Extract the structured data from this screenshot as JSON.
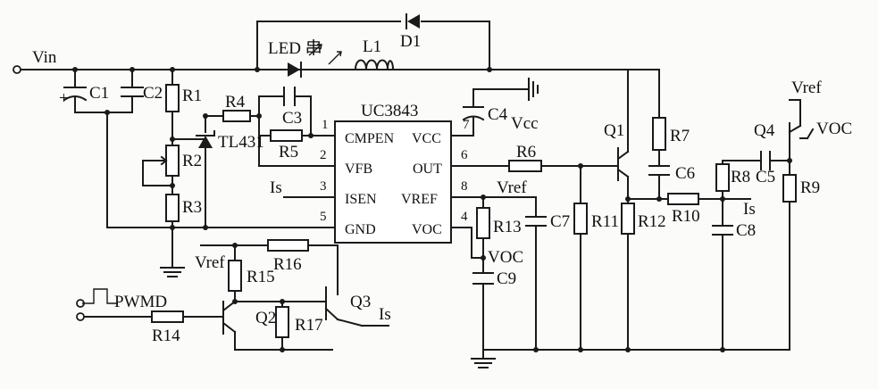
{
  "ic": {
    "name": "UC3843",
    "pins": {
      "p1": "1",
      "p2": "2",
      "p3": "3",
      "p4": "4",
      "p5": "5",
      "p6": "6",
      "p7": "7",
      "p8": "8"
    },
    "pin_names": {
      "cmpen": "CMPEN",
      "vcc": "VCC",
      "vfb": "VFB",
      "out": "OUT",
      "isen": "ISEN",
      "vref": "VREF",
      "gnd": "GND",
      "voc": "VOC"
    }
  },
  "labels": {
    "vin": "Vin",
    "led": "LED 串",
    "l1": "L1",
    "d1": "D1",
    "c1": "C1",
    "c2": "C2",
    "c3": "C3",
    "c4": "C4",
    "c5": "C5",
    "c6": "C6",
    "c7": "C7",
    "c8": "C8",
    "c9": "C9",
    "r1": "R1",
    "r2": "R2",
    "r3": "R3",
    "r4": "R4",
    "r5": "R5",
    "r6": "R6",
    "r7": "R7",
    "r8": "R8",
    "r9": "R9",
    "r10": "R10",
    "r11": "R11",
    "r12": "R12",
    "r13": "R13",
    "r14": "R14",
    "r15": "R15",
    "r16": "R16",
    "r17": "R17",
    "tl431": "TL431",
    "q1": "Q1",
    "q2": "Q2",
    "q3": "Q3",
    "q4": "Q4",
    "vcc": "Vcc",
    "vref_c7": "Vref",
    "vref_q4": "Vref",
    "vref_r15": "Vref",
    "voc_c9": "VOC",
    "voc_q4": "VOC",
    "is_pin3": "Is",
    "is_r10": "Is",
    "is_q3": "Is",
    "pwmd": "PWMD",
    "plus": "+"
  }
}
